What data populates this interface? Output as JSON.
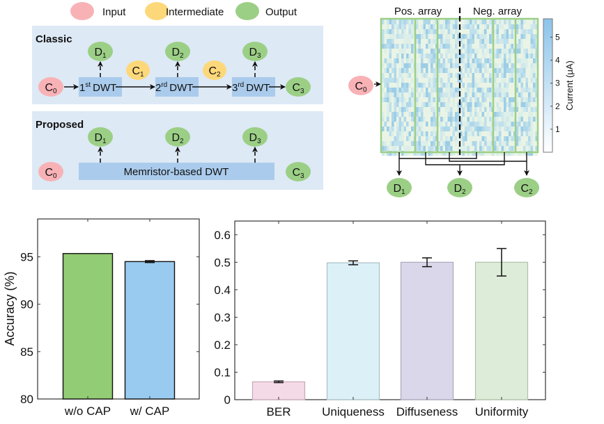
{
  "legend": {
    "items": [
      {
        "label": "Input",
        "color": "#f8b2b6"
      },
      {
        "label": "Intermediate",
        "color": "#fdd87a"
      },
      {
        "label": "Output",
        "color": "#9ccf86"
      }
    ]
  },
  "classic": {
    "title": "Classic",
    "input": {
      "base": "C",
      "sub": "0"
    },
    "stages": [
      {
        "num": "1",
        "sup": "st",
        "name": "DWT",
        "detail": {
          "base": "D",
          "sub": "1"
        },
        "approx": {
          "base": "C",
          "sub": "1"
        }
      },
      {
        "num": "2",
        "sup": "rd",
        "name": "DWT",
        "detail": {
          "base": "D",
          "sub": "2"
        },
        "approx": {
          "base": "C",
          "sub": "2"
        }
      },
      {
        "num": "3",
        "sup": "rd",
        "name": "DWT",
        "detail": {
          "base": "D",
          "sub": "3"
        }
      }
    ],
    "output": {
      "base": "C",
      "sub": "3"
    }
  },
  "proposed": {
    "title": "Proposed",
    "input": {
      "base": "C",
      "sub": "0"
    },
    "block_label": "Memristor-based DWT",
    "details": [
      {
        "base": "D",
        "sub": "1"
      },
      {
        "base": "D",
        "sub": "2"
      },
      {
        "base": "D",
        "sub": "3"
      }
    ],
    "output": {
      "base": "C",
      "sub": "3"
    }
  },
  "array": {
    "pos_label": "Pos. array",
    "neg_label": "Neg. array",
    "input": {
      "base": "C",
      "sub": "0"
    },
    "outputs": [
      {
        "base": "D",
        "sub": "1"
      },
      {
        "base": "D",
        "sub": "2"
      },
      {
        "base": "C",
        "sub": "2"
      }
    ],
    "colorbar": {
      "label": "Current (μA)",
      "ticks": [
        "1",
        "2",
        "3",
        "4",
        "5"
      ],
      "min": 0,
      "max": 5.8,
      "colors": [
        "#ffffff",
        "#8cc4ea"
      ]
    },
    "cell_colors": [
      "#eaf4e6",
      "#dcefe8",
      "#cfe8ec",
      "#bfe0ec",
      "#afd7ea",
      "#9ccde6"
    ]
  },
  "chart_data": [
    {
      "type": "bar",
      "categories": [
        "w/o CAP",
        "w/ CAP"
      ],
      "values": [
        95.35,
        94.5
      ],
      "errors": [
        0,
        0.1
      ],
      "colors": [
        "#92cc74",
        "#99cbf0"
      ],
      "title": "",
      "xlabel": "",
      "ylabel": "Accuracy (%)",
      "ylim": [
        80,
        99
      ],
      "yticks": [
        80,
        85,
        90,
        95
      ],
      "grid": false
    },
    {
      "type": "bar",
      "categories": [
        "BER",
        "Uniqueness",
        "Diffuseness",
        "Uniformity"
      ],
      "values": [
        0.065,
        0.498,
        0.5,
        0.5
      ],
      "errors": [
        0.003,
        0.007,
        0.016,
        0.05
      ],
      "colors": [
        "#f4dae7",
        "#dcf0f7",
        "#dbd7ea",
        "#ddecd8"
      ],
      "edge_colors": [
        "#c8a9b7",
        "#a9c0c7",
        "#a9a7bb",
        "#adc0a8"
      ],
      "title": "",
      "xlabel": "",
      "ylabel": "",
      "ylim": [
        0,
        0.65
      ],
      "yticks": [
        "0",
        "0.1",
        "0.2",
        "0.3",
        "0.4",
        "0.5",
        "0.6"
      ],
      "grid": false
    }
  ]
}
